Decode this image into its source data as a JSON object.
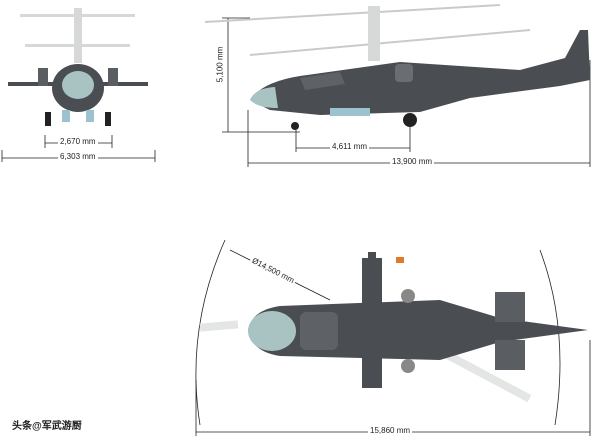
{
  "dimensions": {
    "front_gear_track": "2,670 mm",
    "front_width": "6,303 mm",
    "height": "5,100 mm",
    "wheelbase": "4,611 mm",
    "fuselage_length": "13,900 mm",
    "rotor_diameter": "Ø14,500 mm",
    "overall_length": "15,860 mm"
  },
  "watermark": "头条@军武游厨",
  "colors": {
    "fuselage": "#4a4d52",
    "canopy": "#a9c3c3",
    "rotor": "#d7d9d9",
    "accent": "#e07a2a",
    "line": "#222222"
  }
}
